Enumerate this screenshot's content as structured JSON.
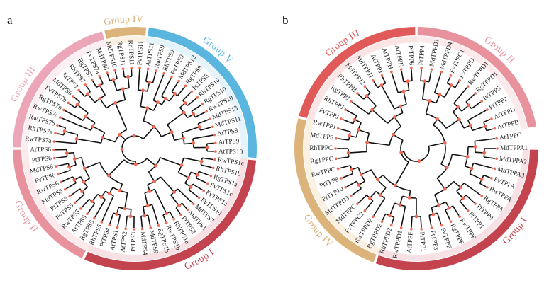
{
  "panels": [
    {
      "key": "a",
      "label": "a",
      "groups": [
        {
          "name": "Group I",
          "start": 95,
          "end": 205,
          "color": "#c3434f",
          "fill": "#f7e1e4",
          "label_angle": 150
        },
        {
          "name": "Group II",
          "start": 205,
          "end": 270,
          "color": "#e7929c",
          "fill": "#fbe9ec",
          "label_angle": 238
        },
        {
          "name": "Group III",
          "start": 270,
          "end": 345,
          "color": "#eba6b8",
          "fill": "#fbeff3",
          "label_angle": 300
        },
        {
          "name": "Group IV",
          "start": 345,
          "end": 366,
          "color": "#dcb37a",
          "fill": "#faf1e3",
          "label_angle": 355
        },
        {
          "name": "Group V",
          "start": 366,
          "end": 455,
          "color": "#5ab6df",
          "fill": "#e5f3fa",
          "label_angle": 400
        }
      ],
      "leaves": [
        "RwTPS1a",
        "RhTPS1b",
        "RgTPS1a",
        "FvTPS1c",
        "FvTPS1a",
        "FvTPS1d",
        "MdTPS7",
        "MdTPS1",
        "PtTPS2",
        "RhTPS1a",
        "RwTPS1b",
        "RgTPS1b",
        "MdTPS9",
        "MdTPS4",
        "PtTPS3",
        "AtTPS2",
        "AtTPS1",
        "PtTPS4",
        "RhTPS5",
        "RgTPS5",
        "AtTPS5",
        "RwTPS5",
        "FvTPS5",
        "PtTPS5",
        "MdTPS5",
        "RwTPS6",
        "FvTPS6",
        "MdTPS6",
        "PtTPS6",
        "AtTPS6",
        "RwTPS7a",
        "RhTPS7a",
        "RwTPS7b",
        "RwTPS7c",
        "RgTPS7b",
        "FvTPS7b",
        "MdTPS6",
        "AtTPS7",
        "RhTPS7",
        "RgTPS7",
        "FvTPS7a",
        "MdTPS8",
        "MdTPS10",
        "RgTPS11",
        "RhTPS11",
        "FvTPS11",
        "AtTPS11",
        "RwTPS9",
        "RhTPS9",
        "FvTPS9",
        "MdTPS12",
        "RgTPS9",
        "PtTPS8",
        "RhTPS10",
        "RgTPS10",
        "RwTPS10",
        "MdTPS13",
        "MdTPS11",
        "AtTPS8",
        "AtTPS9",
        "AtTPS10"
      ]
    },
    {
      "key": "b",
      "label": "b",
      "groups": [
        {
          "name": "Group II",
          "start": 0,
          "end": 80,
          "color": "#e7929c",
          "fill": "#fbe9ec",
          "label_angle": 40
        },
        {
          "name": "Group I",
          "start": 90,
          "end": 200,
          "color": "#c3434f",
          "fill": "#f7e1e4",
          "label_angle": 130
        },
        {
          "name": "Group IV",
          "start": 200,
          "end": 285,
          "color": "#dcb37a",
          "fill": "#faf1e3",
          "label_angle": 230
        },
        {
          "name": "Group III",
          "start": 285,
          "end": 360,
          "color": "#e05a5a",
          "fill": "#fbe4e4",
          "label_angle": 325
        }
      ],
      "leaves": [
        "PtTPP4",
        "MdTPPD1",
        "MdTPPD4",
        "FvTPPC1",
        "FvTPPD",
        "RwTPPD1",
        "RgTPPD1",
        "PtTPP5",
        "PtTPP2",
        "AtTPPD",
        "AtTPPB",
        "AtTPPC",
        "MdTPPA1",
        "MdTPPA2",
        "MdTPPA3",
        "FvTPPA",
        "RwTPPA",
        "RgTPPA",
        "PtTPP9",
        "PtTPP1",
        "RwTPPF",
        "RgTPPF",
        "FvTPPF",
        "PtTPP3",
        "PtTPP1",
        "AtTPPF",
        "RwTPPD1",
        "RhTPPD2",
        "RgTPPD2",
        "RwTPPD2",
        "FvTPPC2",
        "MdTPPC",
        "MdTPPD3",
        "PtTPP10",
        "PtTPP8",
        "RwTPPC",
        "RgTPPC",
        "RhTPPC",
        "MdTPP8",
        "RwTPPJ",
        "FvTPPJ",
        "RhTPPJ",
        "RgTPPJ",
        "RhTPPH",
        "MdTPPJ2",
        "MdTPPJ1",
        "AtTPPJ",
        "AtTPPH",
        "AtTPPE",
        "PtTPP6"
      ]
    }
  ]
}
